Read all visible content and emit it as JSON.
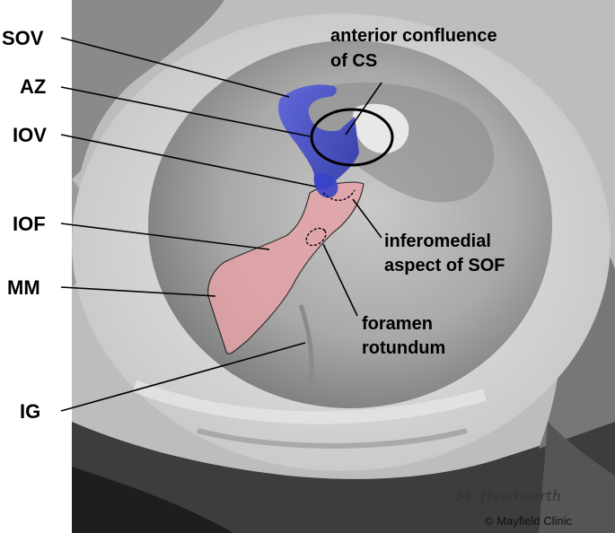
{
  "labels_left": {
    "sov": "SOV",
    "az": "AZ",
    "iov": "IOV",
    "iof": "IOF",
    "mm": "MM",
    "ig": "IG"
  },
  "labels_right": {
    "anterior_line1": "anterior confluence",
    "anterior_line2": "of CS",
    "sof_line1": "inferomedial",
    "sof_line2": "aspect of SOF",
    "rot_line1": "foramen",
    "rot_line2": "rotundum"
  },
  "signature": "M. Headwarth",
  "copyright": "© Mayfield Clinic",
  "colors": {
    "vein_blue": "#3a44c8",
    "artery_pink": "#e6a3a8",
    "bone_light": "#d9d9d9",
    "bone_dark": "#4a4a4a"
  }
}
